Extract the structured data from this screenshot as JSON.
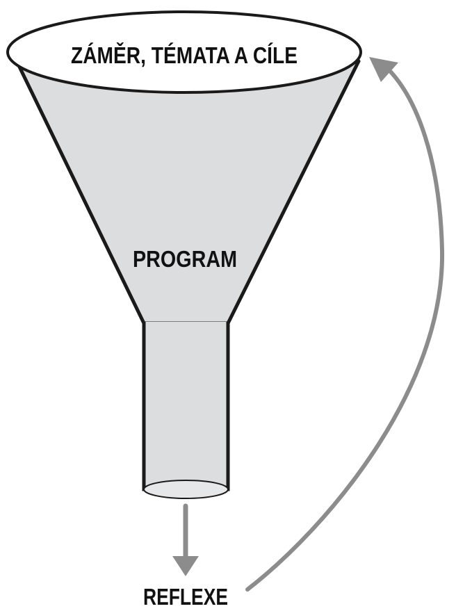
{
  "diagram": {
    "top_label": "ZÁMĚR, TÉMATA A CÍLE",
    "middle_label": "PROGRAM",
    "bottom_label": "REFLEXE"
  },
  "colors": {
    "funnel_fill": "#dcdddf",
    "outline": "#1a1a1a",
    "arrow": "#8c8c8c",
    "background": "#ffffff"
  }
}
